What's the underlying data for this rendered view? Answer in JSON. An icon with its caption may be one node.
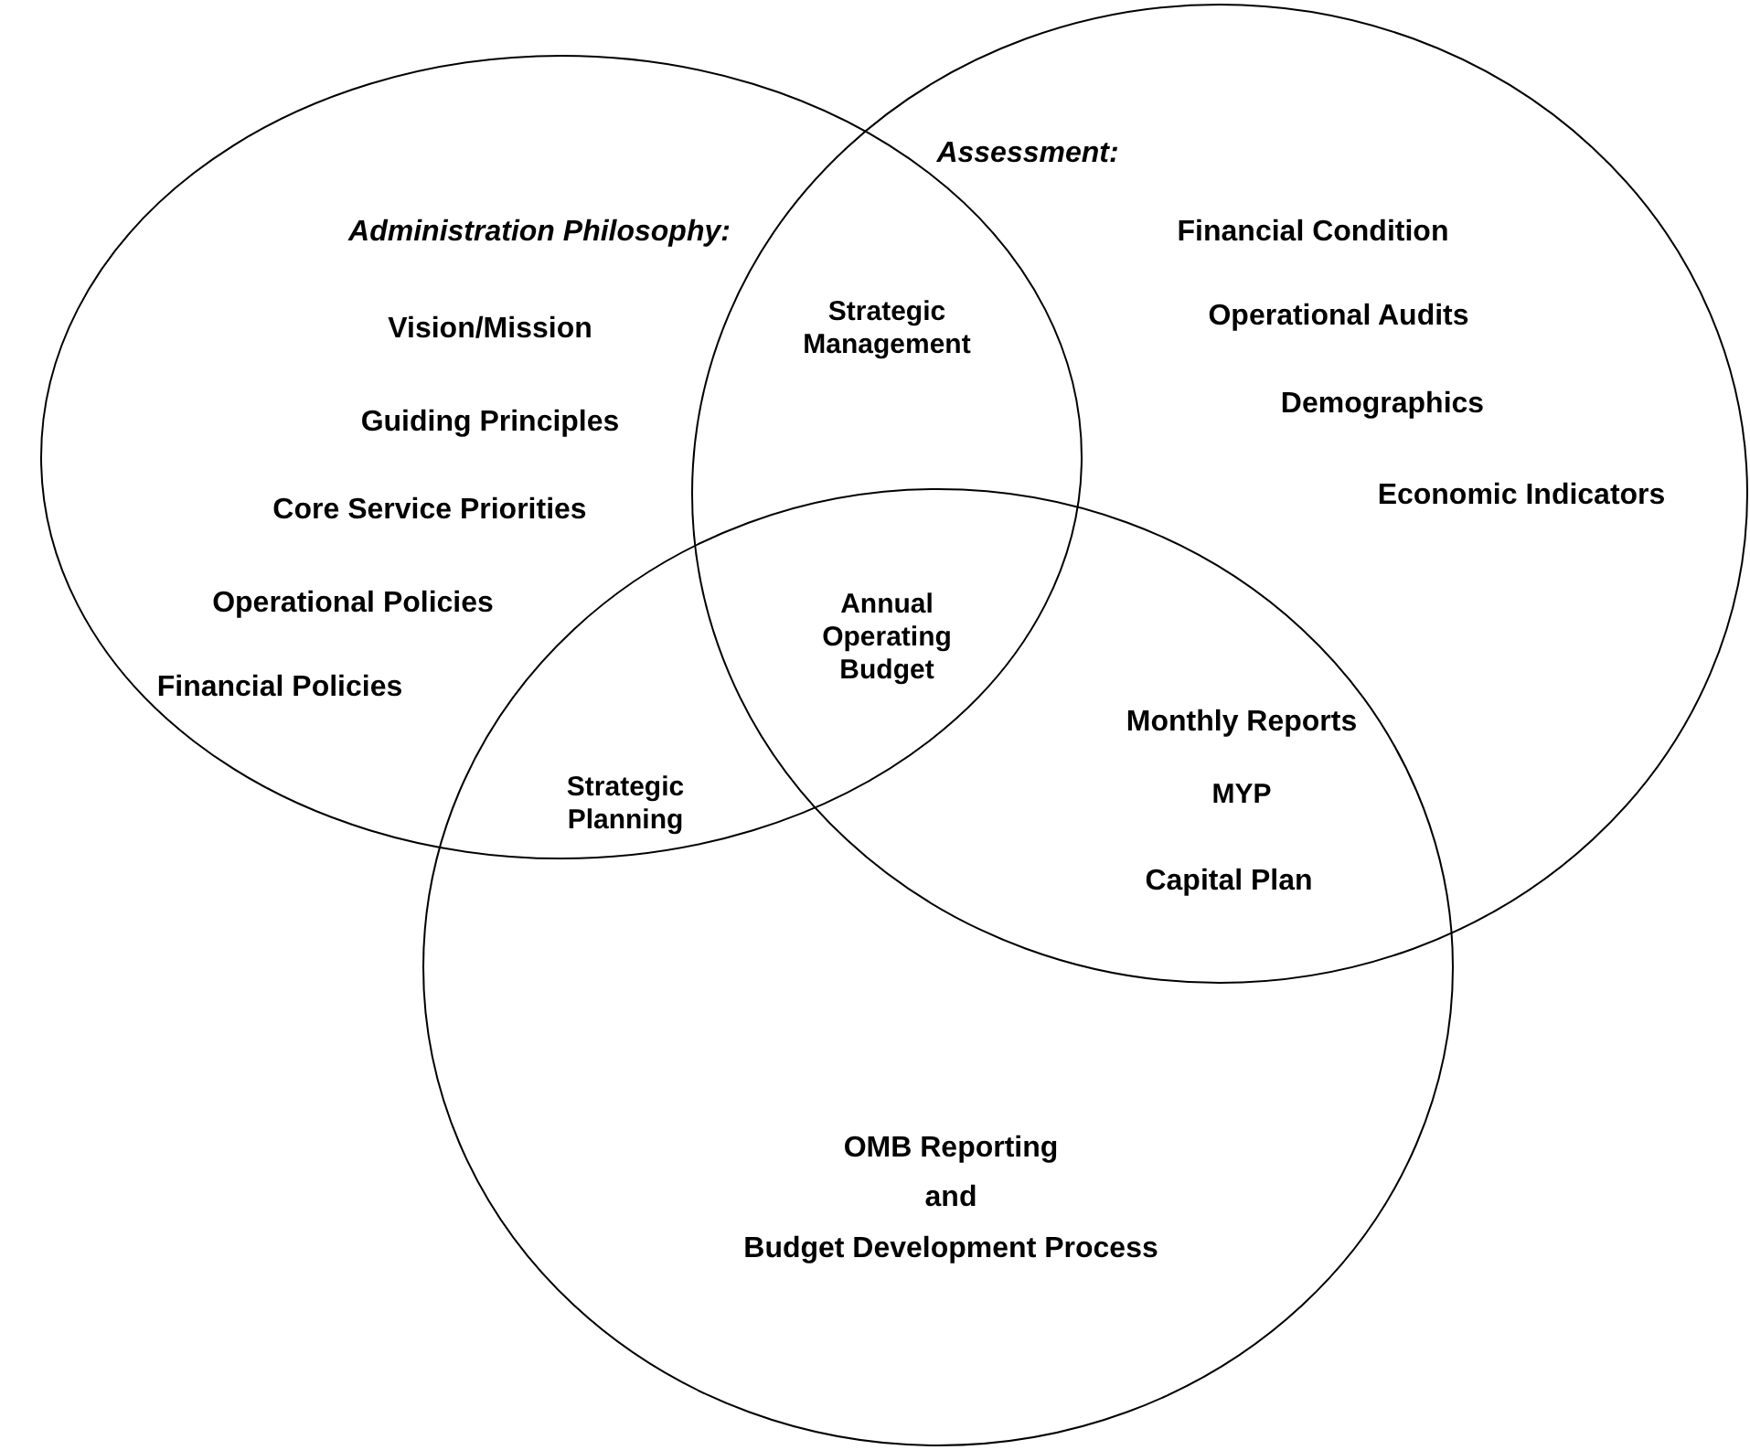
{
  "diagram": {
    "nodes": [
      {
        "text": [
          "Administration Philosophy:",
          "Vision/Mission",
          "Guiding Principles",
          "Core Service Priorities",
          "Operational Policies",
          "Financial Policies"
        ]
      },
      {
        "text": [
          "Assessment:",
          "Financial Condition",
          "Operational Audits",
          "Demographics",
          "Economic Indicators"
        ]
      },
      {
        "text": [
          "OMB Reporting",
          "and",
          "Budget Development Process"
        ]
      }
    ],
    "labels": [
      "Strategic Management",
      "Annual Operating Budget",
      "Strategic Planning",
      "Monthly Reports",
      "MYP",
      "Capital Plan"
    ]
  }
}
